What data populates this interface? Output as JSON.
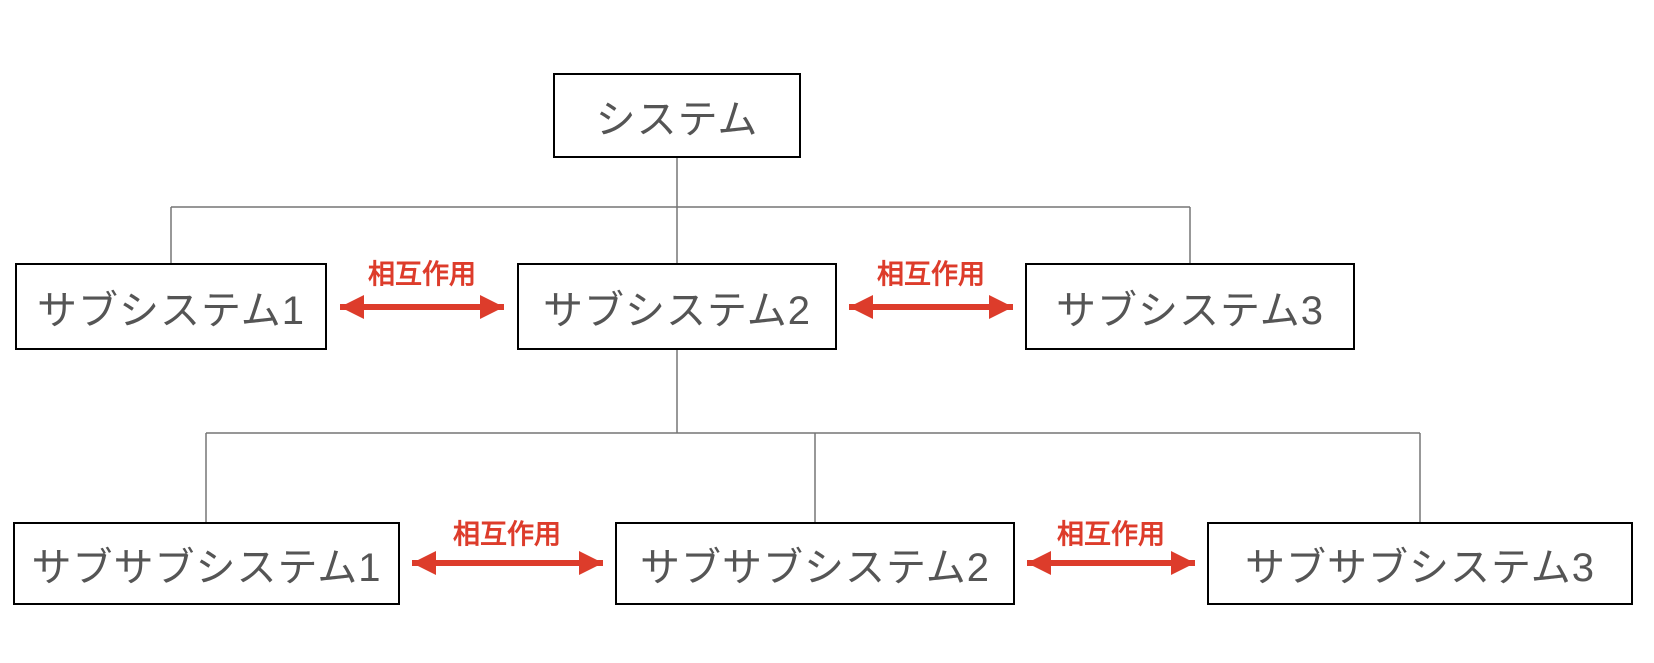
{
  "diagram": {
    "root": {
      "label": "システム"
    },
    "level2": [
      {
        "label": "サブシステム1"
      },
      {
        "label": "サブシステム2"
      },
      {
        "label": "サブシステム3"
      }
    ],
    "level3": [
      {
        "label": "サブサブシステム1"
      },
      {
        "label": "サブサブシステム2"
      },
      {
        "label": "サブサブシステム3"
      }
    ],
    "interaction_label": "相互作用",
    "colors": {
      "arrow_red": "#dd3c2b",
      "node_text": "#555555",
      "connector_gray": "#757575",
      "node_border": "#000000"
    }
  }
}
